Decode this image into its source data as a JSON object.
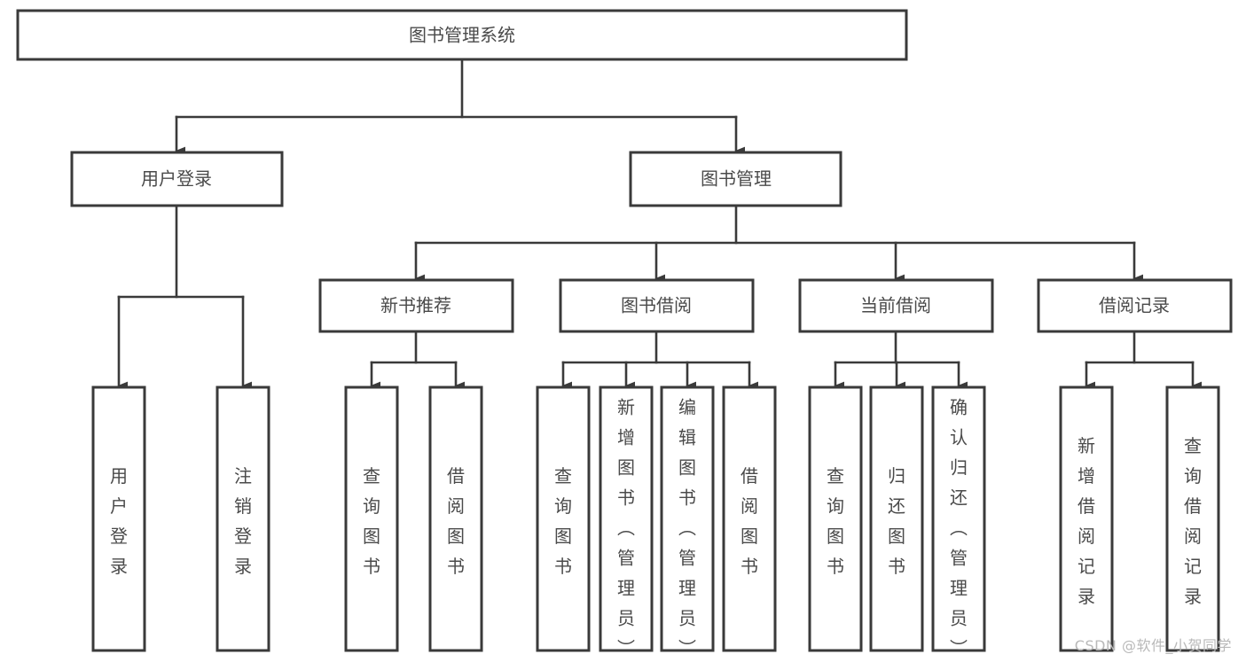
{
  "diagram": {
    "type": "tree",
    "title": "图书管理系统",
    "watermark": "CSDN @软件_小贺同学",
    "colors": {
      "box_stroke": "#3a3a3a",
      "box_fill": "#ffffff",
      "text": "#4a4a4a",
      "connector": "#3a3a3a",
      "background": "#ffffff",
      "watermark": "#b9b9b9"
    },
    "root": {
      "label": "图书管理系统"
    },
    "level2": [
      {
        "label": "用户登录"
      },
      {
        "label": "图书管理"
      }
    ],
    "level3": [
      {
        "label": "新书推荐"
      },
      {
        "label": "图书借阅"
      },
      {
        "label": "当前借阅"
      },
      {
        "label": "借阅记录"
      }
    ],
    "leaves": {
      "user_login": [
        {
          "label": "用户登录"
        },
        {
          "label": "注销登录"
        }
      ],
      "new_book_recommend": [
        {
          "label": "查询图书"
        },
        {
          "label": "借阅图书"
        }
      ],
      "book_borrow": [
        {
          "label": "查询图书"
        },
        {
          "label": "新增图书（管理员）"
        },
        {
          "label": "编辑图书（管理员）"
        },
        {
          "label": "借阅图书"
        }
      ],
      "current_borrow": [
        {
          "label": "查询图书"
        },
        {
          "label": "归还图书"
        },
        {
          "label": "确认归还（管理员）"
        }
      ],
      "borrow_record": [
        {
          "label": "新增借阅记录"
        },
        {
          "label": "查询借阅记录"
        }
      ]
    }
  }
}
